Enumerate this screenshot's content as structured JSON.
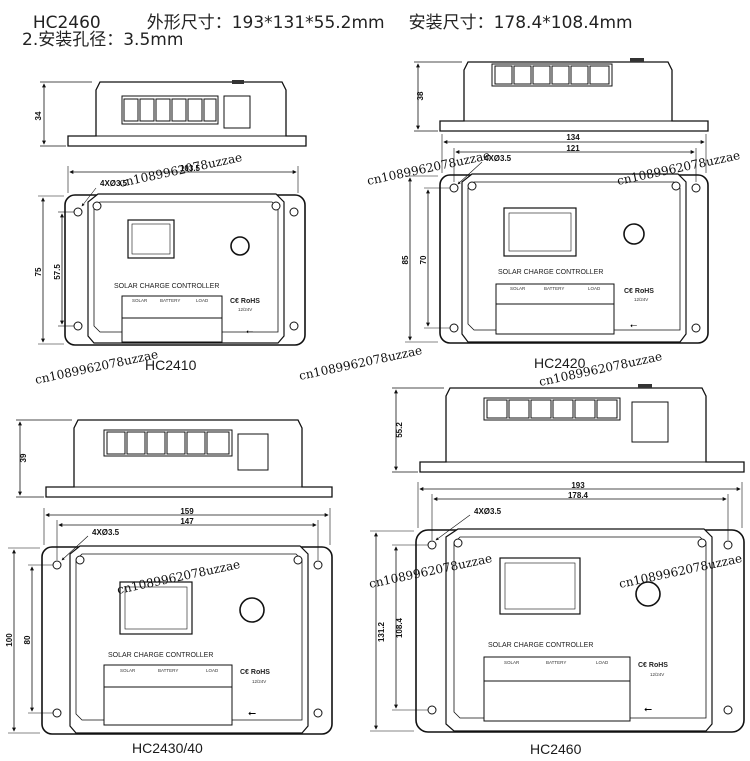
{
  "header": {
    "line1_model": "HC2460",
    "line1_size": "外形尺寸：193*131*55.2mm",
    "line1_mount": "安装尺寸：178.4*108.4mm",
    "line2": "2.安装孔径：3.5mm"
  },
  "device_text": {
    "title": "SOLAR CHARGE CONTROLLER",
    "ce": "C€ RoHS",
    "voltage": "12/24V",
    "solar": "SOLAR",
    "battery": "BATTERY",
    "load": "LOAD",
    "hole": "4XØ3.5"
  },
  "panels": [
    {
      "model": "HC2410",
      "height_dim": "34",
      "width_outer": "",
      "width_inner": "103.5",
      "height_outer": "75",
      "height_inner": "57.5"
    },
    {
      "model": "HC2420",
      "height_dim": "38",
      "width_outer": "134",
      "width_inner": "121",
      "height_outer": "85",
      "height_inner": "70"
    },
    {
      "model": "HC2430/40",
      "height_dim": "39",
      "width_outer": "159",
      "width_inner": "147",
      "height_outer": "100",
      "height_inner": "80"
    },
    {
      "model": "HC2460",
      "height_dim": "55.2",
      "width_outer": "193",
      "width_inner": "178.4",
      "height_outer": "131.2",
      "height_inner": "108.4"
    }
  ],
  "watermark": "cn1089962078uzzae"
}
